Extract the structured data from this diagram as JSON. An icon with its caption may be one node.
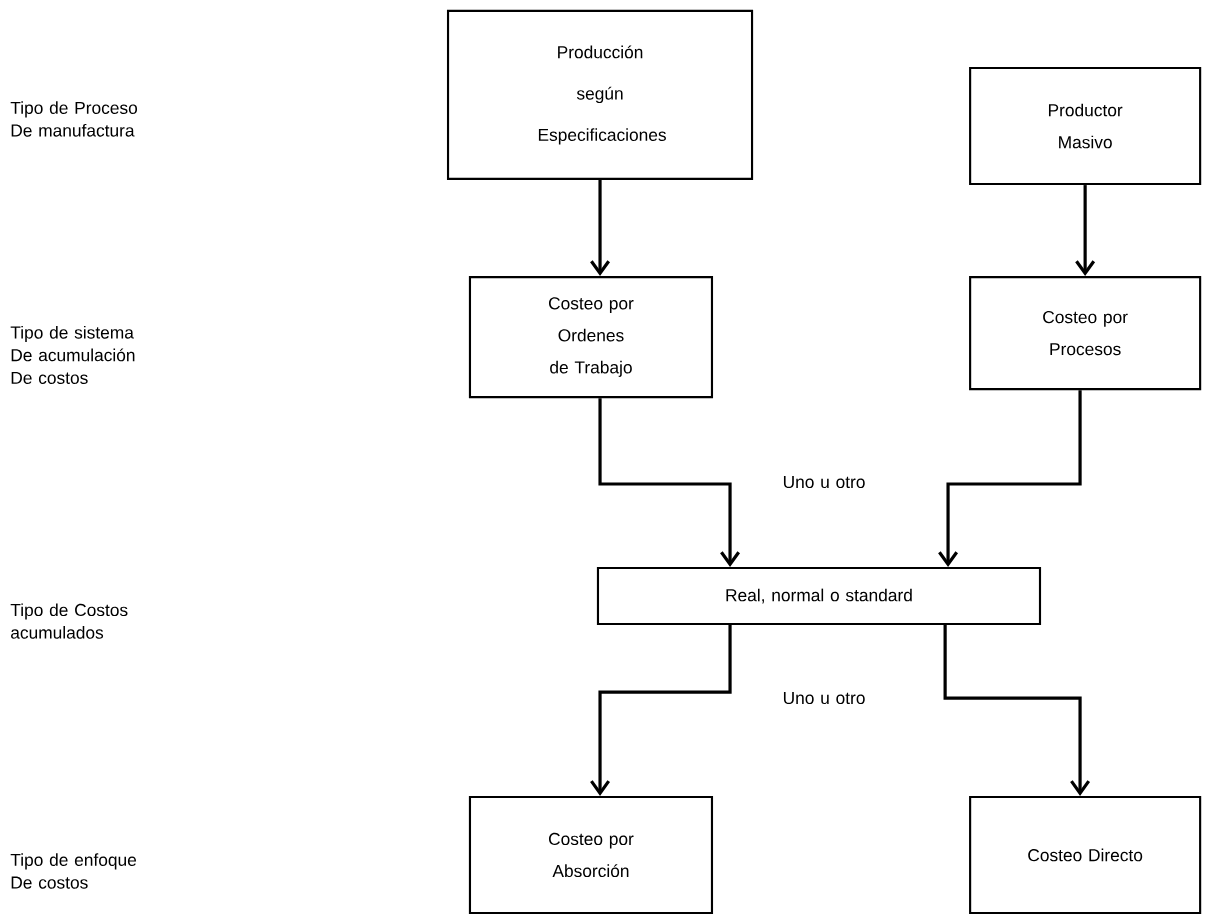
{
  "diagram": {
    "nodes": [
      {
        "text": [
          "Producción según Especificaciones"
        ]
      },
      {
        "text": [
          "Productor Masivo"
        ]
      },
      {
        "text": [
          "Costeo por Ordenes de Trabajo"
        ]
      },
      {
        "text": [
          "Costeo por Procesos"
        ]
      },
      {
        "text": [
          "Real, normal o standard"
        ]
      },
      {
        "text": [
          "Costeo por Absorción"
        ]
      },
      {
        "text": [
          "Costeo Directo"
        ]
      }
    ],
    "edges": [
      {
        "from": 0,
        "to": 2,
        "arrow": "to"
      },
      {
        "from": 1,
        "to": 3,
        "arrow": "to"
      },
      {
        "from": 2,
        "to": 4,
        "arrow": "to"
      },
      {
        "from": 3,
        "to": 4,
        "arrow": "to"
      },
      {
        "from": 4,
        "to": 5,
        "arrow": "to"
      },
      {
        "from": 4,
        "to": 6,
        "arrow": "to"
      }
    ],
    "labels": [
      "Tipo de Proceso De manufactura",
      "Tipo de sistema De acumulación De costos",
      "Uno u otro",
      "Tipo de Costos acumulados",
      "Uno u otro",
      "Tipo de enfoque De costos"
    ]
  }
}
